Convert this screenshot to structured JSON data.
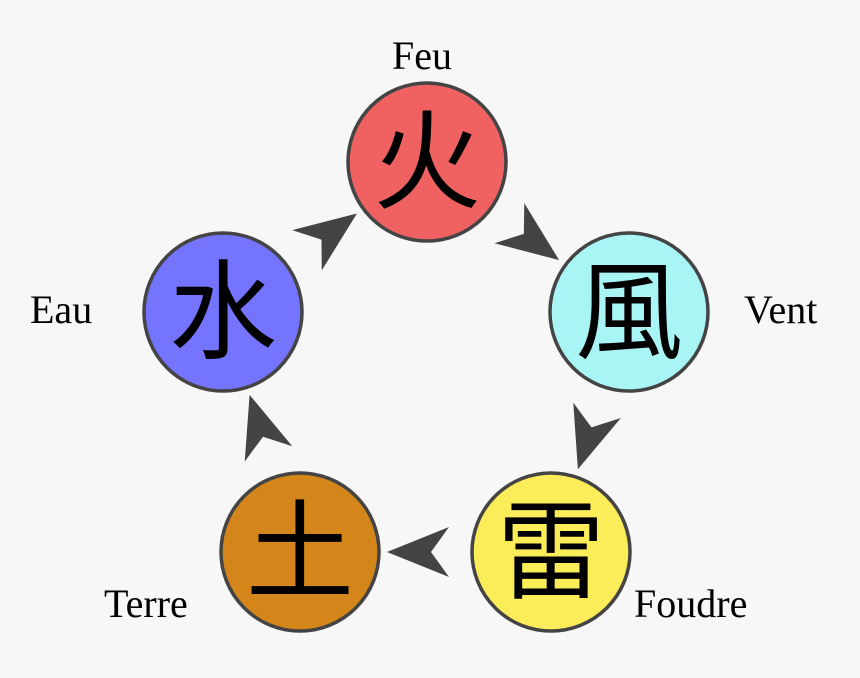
{
  "diagram": {
    "nodes": [
      {
        "id": "fire",
        "kanji": "火",
        "label": "Feu",
        "color": "#f06262"
      },
      {
        "id": "wind",
        "kanji": "風",
        "label": "Vent",
        "color": "#a9f5f5"
      },
      {
        "id": "thunder",
        "kanji": "雷",
        "label": "Foudre",
        "color": "#fbec5a"
      },
      {
        "id": "earth",
        "kanji": "土",
        "label": "Terre",
        "color": "#d4861a"
      },
      {
        "id": "water",
        "kanji": "水",
        "label": "Eau",
        "color": "#7474ff"
      }
    ],
    "cycle": [
      "fire",
      "wind",
      "thunder",
      "earth",
      "water",
      "fire"
    ],
    "arrow_color": "#444444",
    "circle_stroke": "#444444"
  }
}
